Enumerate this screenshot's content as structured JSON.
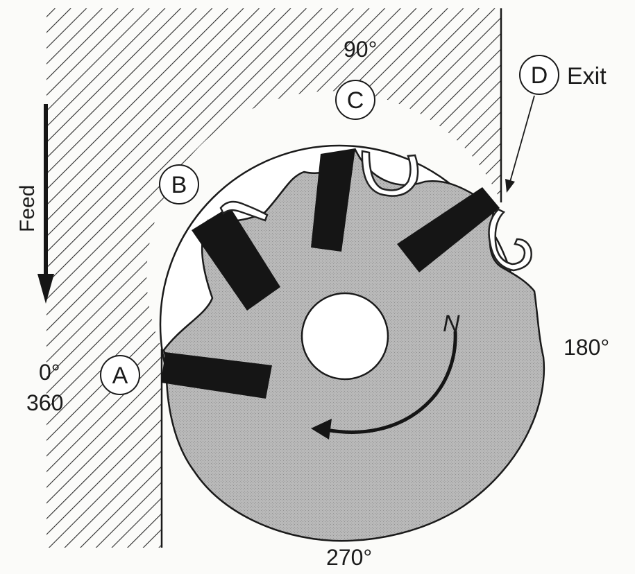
{
  "angles": {
    "deg_0": "0°",
    "deg_360": "360",
    "deg_90": "90°",
    "deg_180": "180°",
    "deg_270": "270°"
  },
  "points": {
    "a": "A",
    "b": "B",
    "c": "C",
    "d": "D"
  },
  "labels": {
    "exit": "Exit",
    "feed": "Feed",
    "rotation": "N"
  },
  "colors": {
    "ink": "#151515",
    "cutter_fill": "#b4b4b4",
    "background": "#fbfbf9"
  }
}
